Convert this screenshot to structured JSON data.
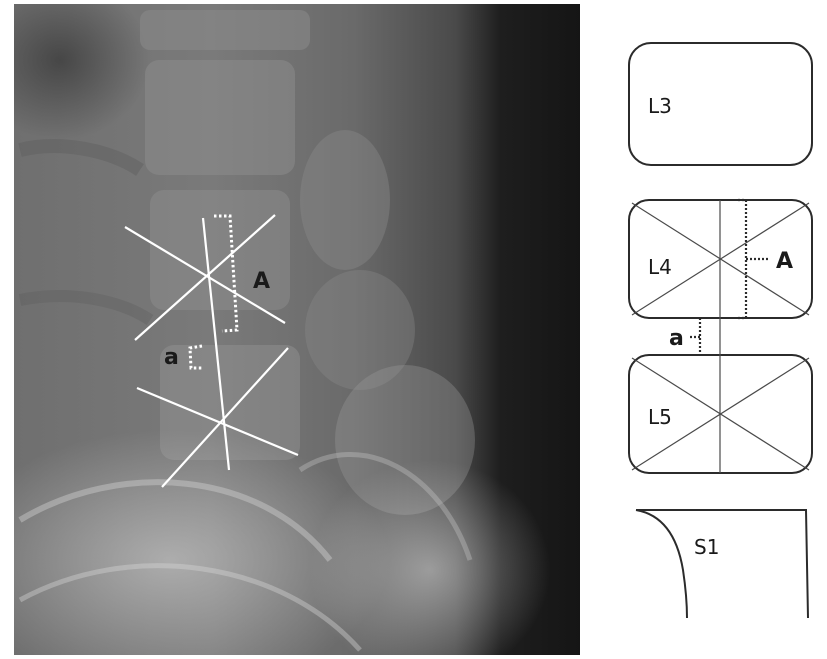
{
  "xray": {
    "label_large_gap": "A",
    "label_small_gap": "a"
  },
  "diagram": {
    "vertebrae": {
      "l3": "L3",
      "l4": "L4",
      "l5": "L5",
      "s1": "S1"
    },
    "label_large_gap": "A",
    "label_small_gap": "a"
  },
  "colors": {
    "background": "#ffffff",
    "diagram_line": "#2b2b2b",
    "overlay_line": "#ffffff",
    "label_text": "#1a1a1a"
  }
}
